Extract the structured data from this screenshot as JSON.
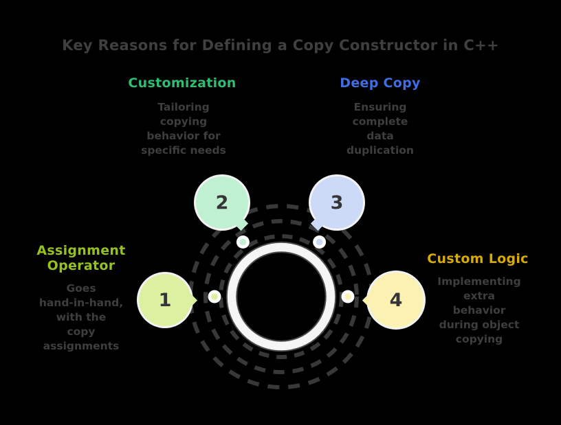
{
  "title": "Key Reasons for Defining a Copy Constructor in C++",
  "colors": {
    "background": "#000000",
    "body_text": "#3e3e3e",
    "title_text": "#3f3f3f",
    "dashed_orbit": "#383838",
    "center_ring_fill": "#f5f5f5",
    "center_ring_edge": "#4a4a4a"
  },
  "center": {
    "ring": "white-donut-ring",
    "orbits": "three-dashed-concentric-circles"
  },
  "nodes": [
    {
      "number": "1",
      "label_lines": [
        "Assignment",
        "Operator"
      ],
      "label_color": "#96c11f",
      "bubble_color": "#ddefa0",
      "desc_lines": [
        "Goes",
        "hand-in-hand,",
        "with the",
        "copy",
        "assignments"
      ]
    },
    {
      "number": "2",
      "label_lines": [
        "Customization"
      ],
      "label_color": "#2ebd72",
      "bubble_color": "#bff0d1",
      "desc_lines": [
        "Tailoring",
        "copying",
        "behavior for",
        "specific needs"
      ]
    },
    {
      "number": "3",
      "label_lines": [
        "Deep Copy"
      ],
      "label_color": "#3f6de4",
      "bubble_color": "#ccd9f7",
      "desc_lines": [
        "Ensuring",
        "complete",
        "data",
        "duplication"
      ]
    },
    {
      "number": "4",
      "label_lines": [
        "Custom Logic"
      ],
      "label_color": "#d9ab00",
      "bubble_color": "#faf1b2",
      "desc_lines": [
        "Implementing",
        "extra",
        "behavior",
        "during object",
        "copying"
      ]
    }
  ]
}
